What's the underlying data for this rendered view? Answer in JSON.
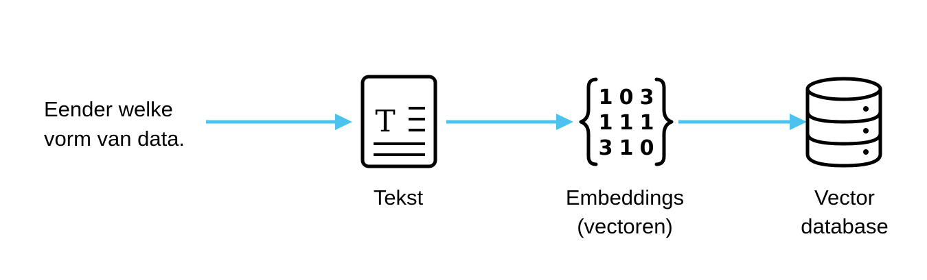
{
  "source": {
    "line1": "Eender welke",
    "line2": "vorm van data."
  },
  "steps": [
    {
      "label_lines": [
        "Tekst"
      ],
      "icon": "text-document-icon"
    },
    {
      "label_lines": [
        "Embeddings",
        "(vectoren)"
      ],
      "icon": "embeddings-matrix-icon"
    },
    {
      "label_lines": [
        "Vector",
        "database"
      ],
      "icon": "database-icon"
    }
  ],
  "embedding_matrix": [
    [
      "1",
      "0",
      "3"
    ],
    [
      "1",
      "1",
      "1"
    ],
    [
      "3",
      "1",
      "0"
    ]
  ],
  "text_icon_glyph": "T",
  "colors": {
    "arrow": "#4cc3ef",
    "icon": "#000000",
    "text": "#000000"
  }
}
